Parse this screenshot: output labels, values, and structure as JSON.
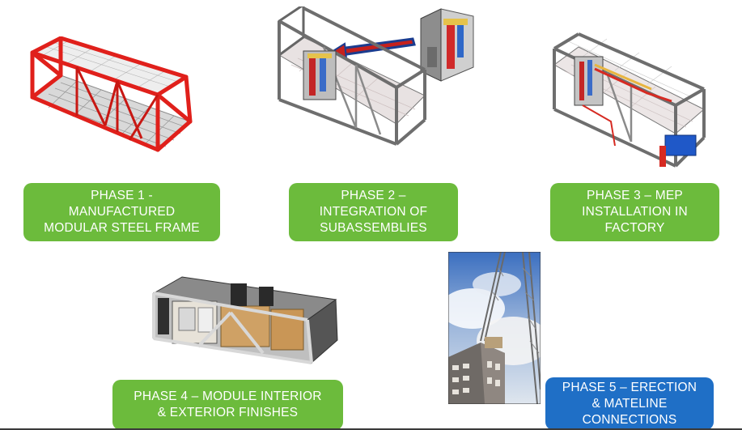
{
  "phases": [
    {
      "label": "PHASE 1 -\nMANUFACTURED\nMODULAR STEEL FRAME",
      "color": "#6cbb3c"
    },
    {
      "label": "PHASE 2 –\nINTEGRATION OF\nSUBASSEMBLIES",
      "color": "#6cbb3c"
    },
    {
      "label": "PHASE 3 – MEP\nINSTALLATION IN\nFACTORY",
      "color": "#6cbb3c"
    },
    {
      "label": "PHASE 4 – MODULE INTERIOR\n& EXTERIOR FINISHES",
      "color": "#6cbb3c"
    },
    {
      "label": "PHASE 5 – ERECTION\n& MATELINE\nCONNECTIONS",
      "color": "#1f6fc6"
    }
  ]
}
